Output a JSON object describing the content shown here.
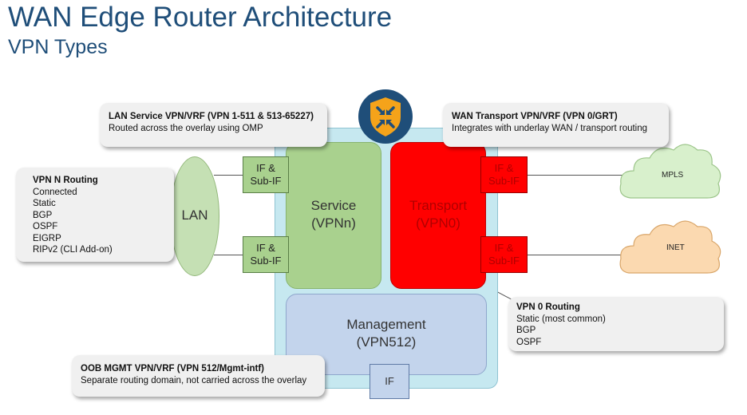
{
  "title": "WAN Edge Router Architecture",
  "subtitle": "VPN Types",
  "callouts": {
    "lan_service": {
      "heading": "LAN Service VPN/VRF (VPN 1-511 & 513-65227)",
      "lines": [
        "Routed across the overlay using OMP"
      ]
    },
    "wan_transport": {
      "heading": "WAN Transport VPN/VRF (VPN 0/GRT)",
      "lines": [
        "Integrates with underlay WAN / transport routing"
      ]
    },
    "vpn_n_routing": {
      "heading": "VPN N Routing",
      "lines": [
        "Connected",
        "Static",
        "BGP",
        "OSPF",
        "EIGRP",
        "RIPv2 (CLI Add-on)"
      ]
    },
    "vpn0_routing": {
      "heading": "VPN 0 Routing",
      "lines": [
        "Static (most common)",
        "BGP",
        "OSPF"
      ]
    },
    "oob_mgmt": {
      "heading": "OOB MGMT VPN/VRF (VPN 512/Mgmt-intf)",
      "lines": [
        "Separate routing domain, not carried across the overlay"
      ]
    }
  },
  "blocks": {
    "service": {
      "line1": "Service",
      "line2": "(VPNn)"
    },
    "transport": {
      "line1": "Transport",
      "line2": "(VPN0)"
    },
    "management": {
      "line1": "Management",
      "line2": "(VPN512)"
    }
  },
  "interfaces": {
    "service_top": {
      "line1": "IF &",
      "line2": "Sub-IF"
    },
    "service_bottom": {
      "line1": "IF &",
      "line2": "Sub-IF"
    },
    "transport_top": {
      "line1": "IF &",
      "line2": "Sub-IF"
    },
    "transport_bottom": {
      "line1": "IF &",
      "line2": "Sub-IF"
    },
    "mgmt": {
      "line1": "IF"
    }
  },
  "lan_label": "LAN",
  "clouds": {
    "mpls": "MPLS",
    "inet": "INET"
  },
  "colors": {
    "title": "#1f4e79",
    "service": "#a9d18e",
    "transport": "#ff0000",
    "management": "#c3d4ec",
    "router_body": "#c6e8f0",
    "mpls_cloud": "#d8f0cc",
    "inet_cloud": "#fbd9b0",
    "router_icon": "#1f4e79",
    "router_shield": "#f5a31a"
  },
  "icons": {
    "router": "router-shield-icon"
  }
}
